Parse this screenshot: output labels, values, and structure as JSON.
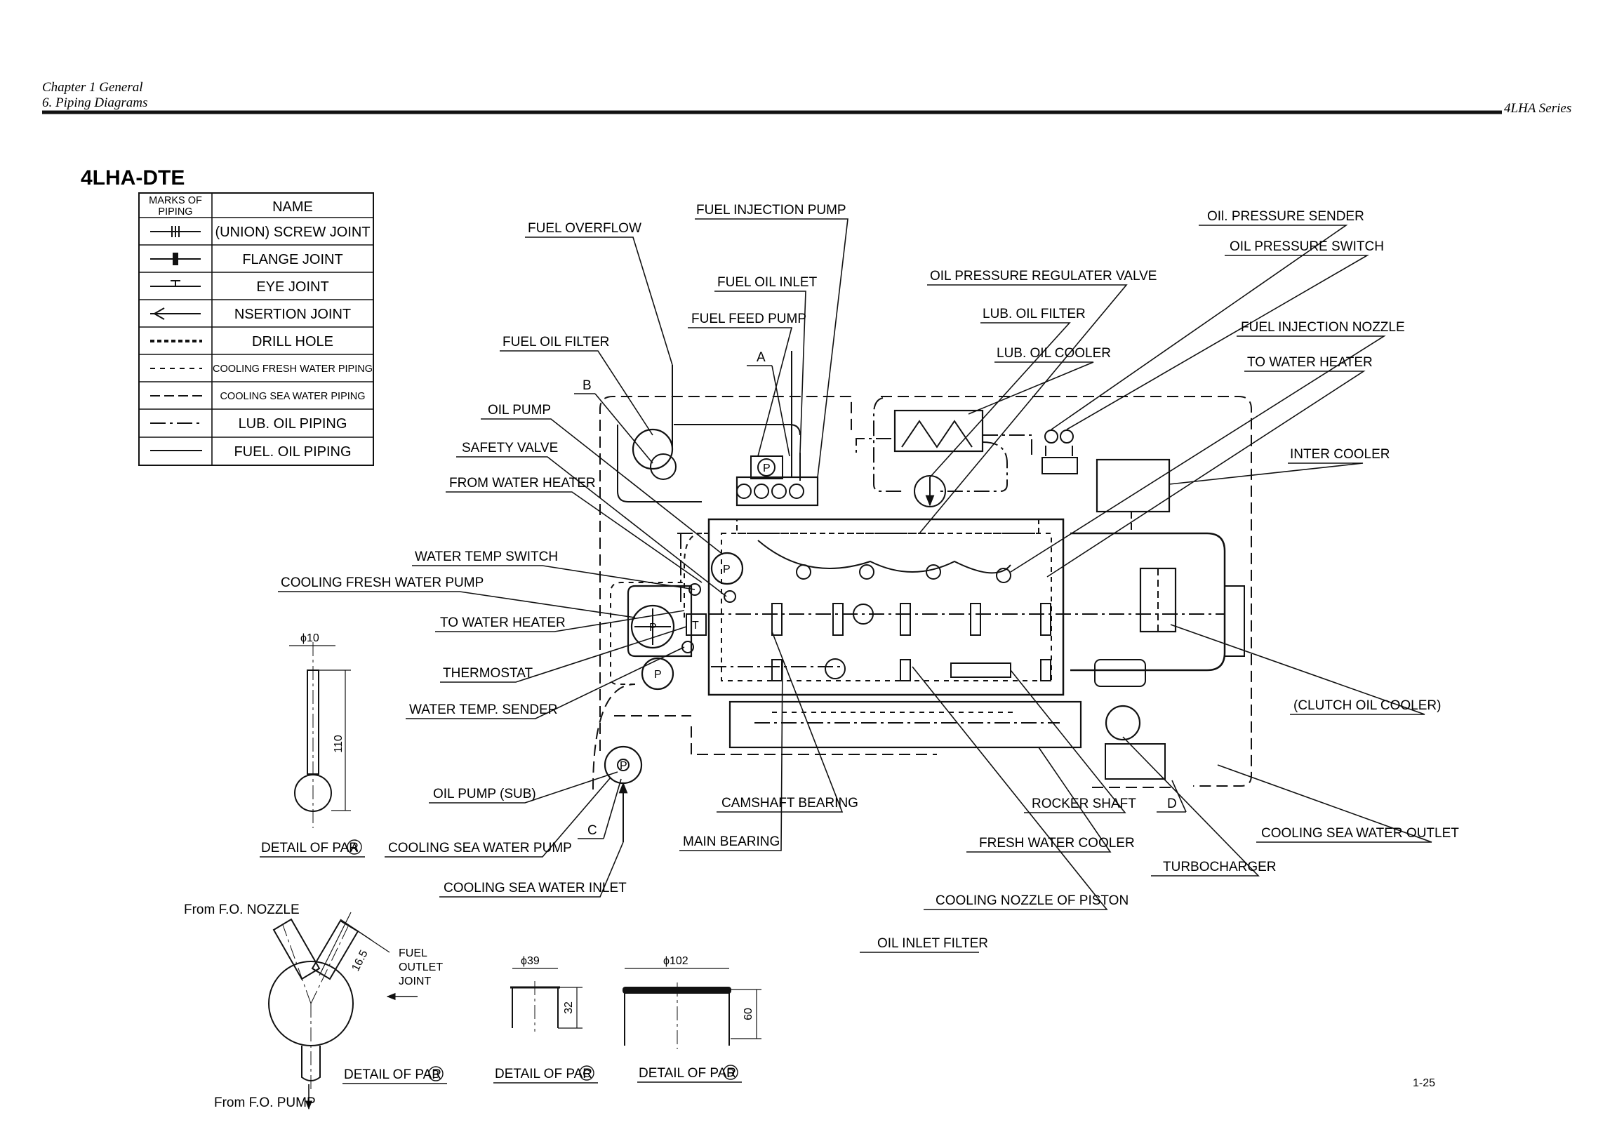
{
  "header": {
    "chapter": "Chapter 1 General",
    "section": "6. Piping Diagrams",
    "series": "4LHA Series"
  },
  "title": "4LHA-DTE",
  "legend": {
    "col_marks": "MARKS OF PIPING",
    "col_marks_line1": "MARKS OF",
    "col_marks_line2": "PIPING",
    "col_name": "NAME",
    "rows": [
      {
        "name": "(UNION) SCREW JOINT"
      },
      {
        "name": "FLANGE JOINT"
      },
      {
        "name": "EYE JOINT"
      },
      {
        "name": "NSERTION JOINT"
      },
      {
        "name": "DRILL HOLE"
      },
      {
        "name": "COOLING FRESH WATER PIPING"
      },
      {
        "name": "COOLING SEA WATER PIPING"
      },
      {
        "name": "LUB. OIL PIPING"
      },
      {
        "name": "FUEL. OIL PIPING"
      }
    ]
  },
  "callouts": {
    "fuel_injection_pump": "FUEL INJECTION PUMP",
    "fuel_overflow": "FUEL OVERFLOW",
    "fuel_oil_inlet": "FUEL OIL INLET",
    "fuel_feed_pump": "FUEL FEED PUMP",
    "fuel_oil_filter": "FUEL OIL FILTER",
    "oil_pump": "OIL PUMP",
    "safety_valve": "SAFETY VALVE",
    "from_water_heater": "FROM WATER HEATER",
    "water_temp_switch": "WATER TEMP SWITCH",
    "cooling_fresh_water_pump": "COOLING FRESH WATER PUMP",
    "to_water_heater_left": "TO WATER HEATER",
    "thermostat": "THERMOSTAT",
    "water_temp_sender": "WATER TEMP. SENDER",
    "oil_pump_sub": "OIL PUMP (SUB)",
    "cooling_sea_water_pump": "COOLING SEA WATER PUMP",
    "cooling_sea_water_inlet": "COOLING SEA WATER INLET",
    "camshaft_bearing": "CAMSHAFT BEARING",
    "main_bearing": "MAIN BEARING",
    "oil_inlet_filter": "OIL INLET FILTER",
    "cooling_nozzle_of_piston": "COOLING NOZZLE OF PISTON",
    "fresh_water_cooler": "FRESH WATER COOLER",
    "rocker_shaft": "ROCKER SHAFT",
    "turbocharger": "TURBOCHARGER",
    "cooling_sea_water_outlet": "COOLING SEA WATER OUTLET",
    "clutch_oil_cooler": "(CLUTCH OIL COOLER)",
    "inter_cooler": "INTER COOLER",
    "to_water_heater_right": "TO WATER HEATER",
    "fuel_injection_nozzle": "FUEL INJECTION NOZZLE",
    "lub_oil_cooler": "LUB. OIL COOLER",
    "lub_oil_filter": "LUB. OIL FILTER",
    "oil_pressure_regulater_valve": "OIL PRESSURE REGULATER VALVE",
    "oil_pressure_switch": "OIL PRESSURE SWITCH",
    "oil_pressure_sender": "OIl. PRESSURE SENDER"
  },
  "point_marks": {
    "a": "A",
    "b": "B",
    "c": "C",
    "d": "D"
  },
  "component_marks": {
    "p": "P",
    "t": "T"
  },
  "details": {
    "a": {
      "label": "DETAIL OF PAR",
      "mark": "A",
      "dia": "ϕ10",
      "length": "110"
    },
    "b": {
      "label": "DETAIL OF PAR",
      "mark": "B",
      "from_nozzle": "From F.O. NOZZLE",
      "from_pump": "From F.O. PUMP",
      "joint_line1": "FUEL",
      "joint_line2": "OUTLET",
      "joint_line3": "JOINT",
      "dim": "16.5"
    },
    "c": {
      "label": "DETAIL OF PAR",
      "mark": "C",
      "dia": "ϕ39",
      "height": "32"
    },
    "d": {
      "label": "DETAIL OF PAR",
      "mark": "D",
      "dia": "ϕ102",
      "height": "60"
    }
  },
  "page_number": "1-25"
}
